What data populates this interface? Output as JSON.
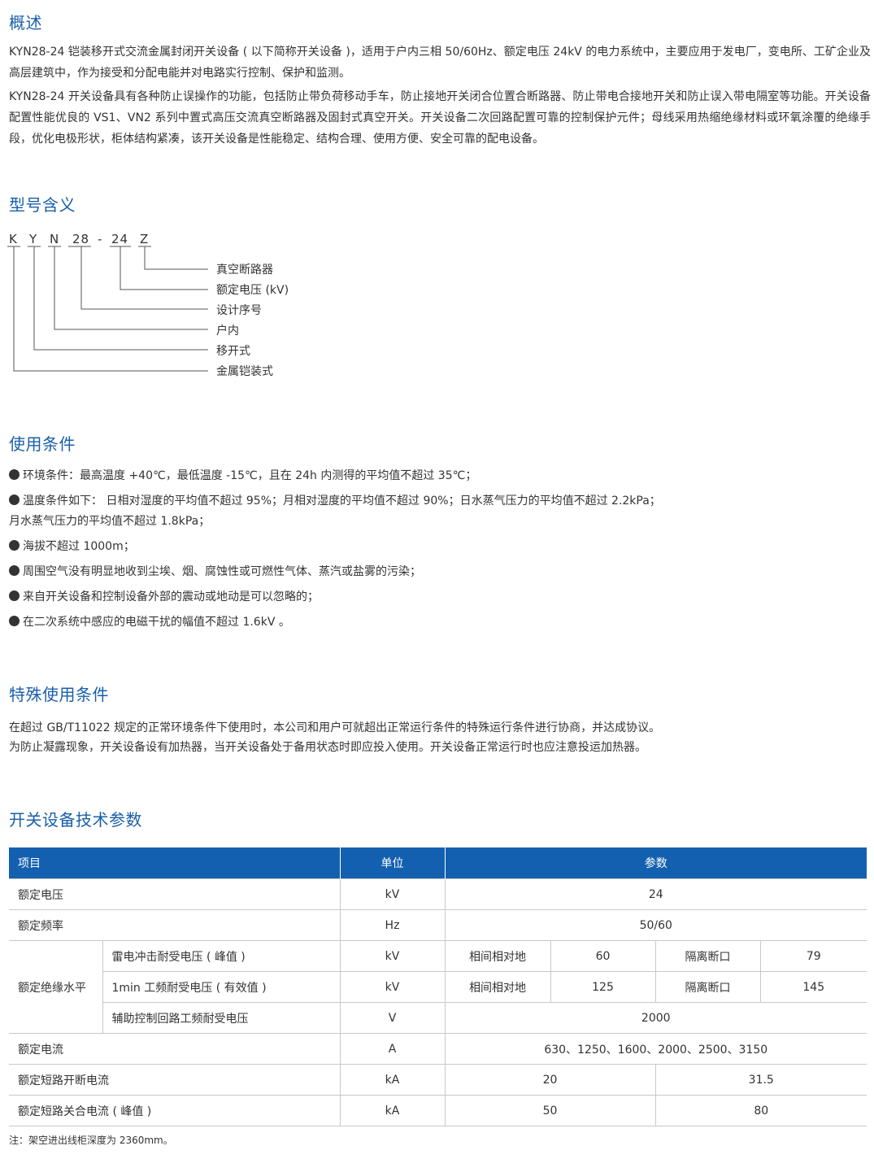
{
  "overview": {
    "title": "概述",
    "p1": "KYN28-24 铠装移开式交流金属封闭开关设备 ( 以下简称开关设备 )，适用于户内三相 50/60Hz、额定电压 24kV 的电力系统中，主要应用于发电厂，变电所、工矿企业及高层建筑中，作为接受和分配电能并对电路实行控制、保护和监测。",
    "p2": "KYN28-24 开关设备具有各种防止误操作的功能，包括防止带负荷移动手车，防止接地开关闭合位置合断路器、防止带电合接地开关和防止误入带电隔室等功能。开关设备配置性能优良的 VS1、VN2 系列中置式高压交流真空断路器及固封式真空开关。开关设备二次回路配置可靠的控制保护元件；母线采用热缩绝缘材料或环氧涂覆的绝缘手段，优化电极形状，柜体结构紧凑，该开关设备是性能稳定、结构合理、使用方便、安全可靠的配电设备。"
  },
  "model": {
    "title": "型号含义",
    "codes": [
      "K",
      "Y",
      "N",
      "28",
      "-",
      "24",
      "Z"
    ],
    "labels": [
      "真空断路器",
      "额定电压 (kV)",
      "设计序号",
      "户内",
      "移开式",
      "金属铠装式"
    ]
  },
  "conditions": {
    "title": "使用条件",
    "items": [
      "环境条件：最高温度 +40℃，最低温度 -15℃，且在 24h 内测得的平均值不超过 35℃；",
      "温度条件如下： 日相对湿度的平均值不超过 95%；月相对湿度的平均值不超过 90%；日水蒸气压力的平均值不超过 2.2kPa；",
      "月水蒸气压力的平均值不超过 1.8kPa；",
      "海拔不超过 1000m；",
      "周围空气没有明显地收到尘埃、烟、腐蚀性或可燃性气体、蒸汽或盐雾的污染；",
      "来自开关设备和控制设备外部的震动或地动是可以忽略的；",
      "在二次系统中感应的电磁干扰的幅值不超过 1.6kV 。"
    ]
  },
  "special": {
    "title": "特殊使用条件",
    "line1": "在超过 GB/T11022 规定的正常环境条件下使用时，本公司和用户可就超出正常运行条件的特殊运行条件进行协商，并达成协议。",
    "line2": "为防止凝露现象，开关设备设有加热器，当开关设备处于备用状态时即应投入使用。开关设备正常运行时也应注意投运加热器。"
  },
  "params": {
    "title": "开关设备技术参数",
    "headers": {
      "item": "项目",
      "unit": "单位",
      "value": "参数"
    },
    "rated_voltage": {
      "item": "额定电压",
      "unit": "kV",
      "value": "24"
    },
    "rated_frequency": {
      "item": "额定频率",
      "unit": "Hz",
      "value": "50/60"
    },
    "insulation": {
      "item": "额定绝缘水平",
      "lightning": {
        "name": "雷电冲击耐受电压 ( 峰值 )",
        "unit": "kV",
        "l1": "相间相对地",
        "v1": "60",
        "l2": "隔离断口",
        "v2": "79"
      },
      "power_freq": {
        "name": "1min 工频耐受电压 ( 有效值 )",
        "unit": "kV",
        "l1": "相间相对地",
        "v1": "125",
        "l2": "隔离断口",
        "v2": "145"
      },
      "aux": {
        "name": "辅助控制回路工频耐受电压",
        "unit": "V",
        "value": "2000"
      }
    },
    "rated_current": {
      "item": "额定电流",
      "unit": "A",
      "value": "630、1250、1600、2000、2500、3150"
    },
    "breaking": {
      "item": "额定短路开断电流",
      "unit": "kA",
      "v1": "20",
      "v2": "31.5"
    },
    "making": {
      "item": "额定短路关合电流 ( 峰值 )",
      "unit": "kA",
      "v1": "50",
      "v2": "80"
    }
  },
  "note": "注：架空进出线柜深度为 2360mm。",
  "colors": {
    "heading": "#1a5fa9",
    "table_header": "#1460b0",
    "text": "#333333"
  }
}
